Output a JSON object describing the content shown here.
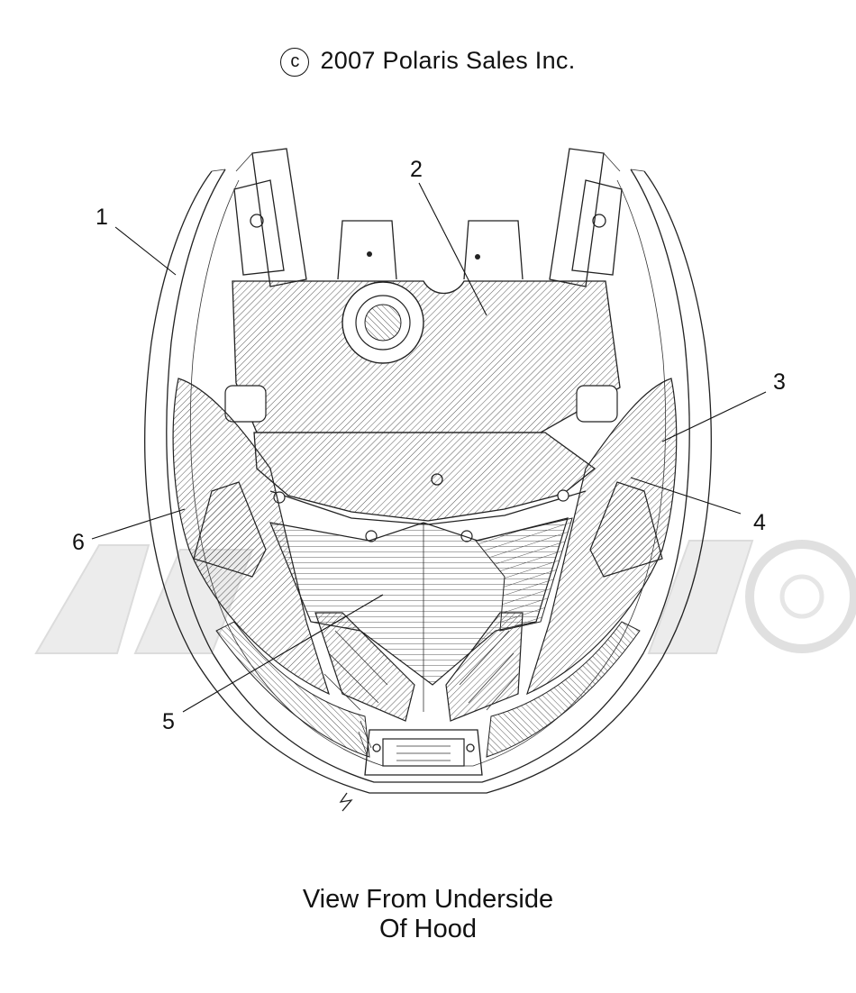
{
  "copyright": {
    "symbol": "c",
    "text": "2007 Polaris Sales Inc."
  },
  "callouts": [
    {
      "label": "1"
    },
    {
      "label": "2"
    },
    {
      "label": "3"
    },
    {
      "label": "4"
    },
    {
      "label": "5"
    },
    {
      "label": "6"
    }
  ],
  "caption": {
    "line1": "View From Underside",
    "line2": "Of Hood"
  }
}
